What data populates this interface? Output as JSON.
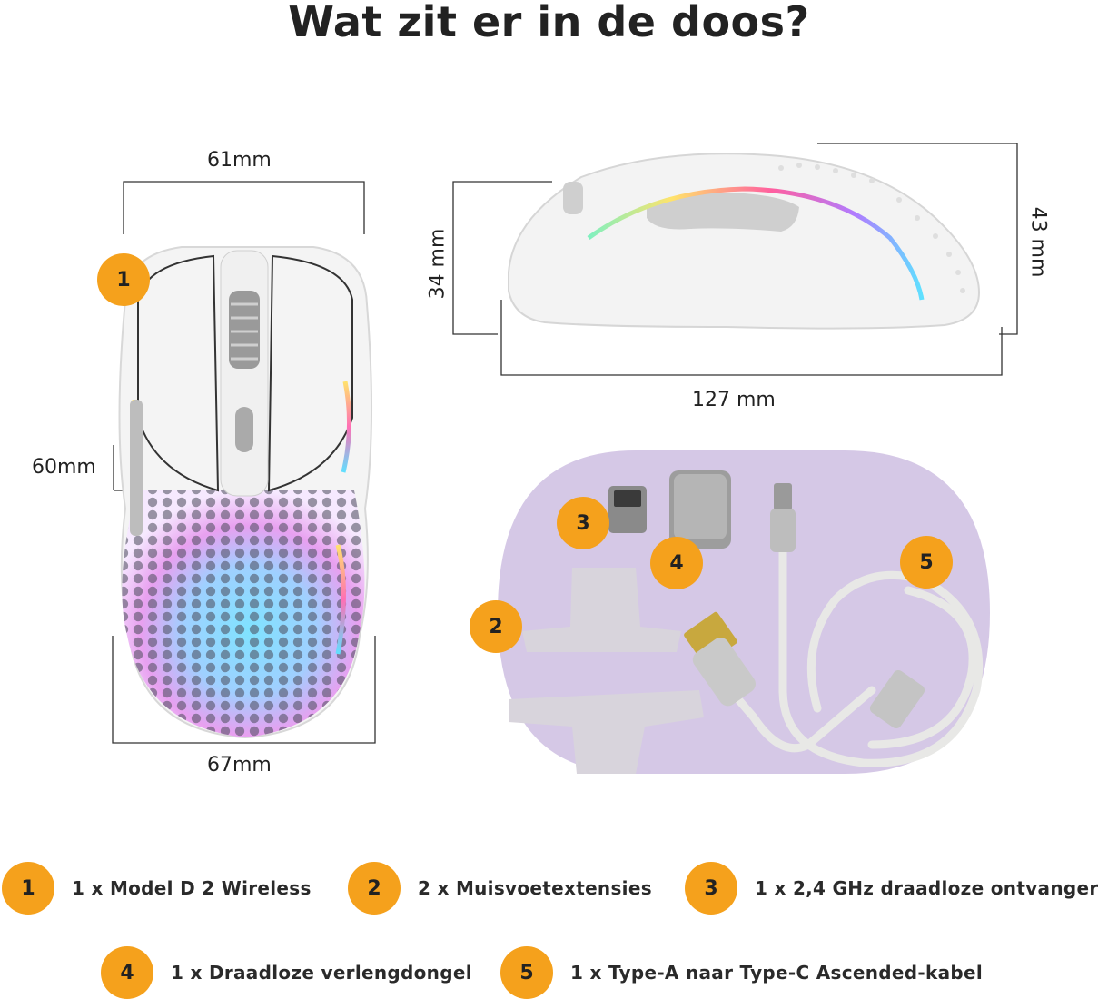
{
  "title": "Wat zit er in de doos?",
  "dimensions": {
    "top_width": "61mm",
    "bottom_width": "67mm",
    "side_height": "60mm",
    "front_height": "34 mm",
    "back_height": "43 mm",
    "length": "127 mm"
  },
  "callouts": {
    "mouse": "1",
    "feet": "2",
    "receiver": "3",
    "dongle": "4",
    "cable": "5"
  },
  "legend": [
    {
      "number": "1",
      "text": "1 x Model D 2 Wireless"
    },
    {
      "number": "2",
      "text": "2 x Muisvoetextensies"
    },
    {
      "number": "3",
      "text": "1 x 2,4 GHz draadloze ontvanger"
    },
    {
      "number": "4",
      "text": "1 x Draadloze verlengdongel"
    },
    {
      "number": "5",
      "text": "1 x Type-A naar Type-C Ascended-kabel"
    }
  ],
  "colors": {
    "accent": "#f5a11c",
    "panel": "#d5c8e6",
    "text": "#222222"
  },
  "icons": [
    "mouse-top-view-illustration",
    "mouse-side-view-illustration",
    "usb-receiver-icon",
    "dongle-icon",
    "usb-cable-icon",
    "mouse-feet-icon"
  ]
}
